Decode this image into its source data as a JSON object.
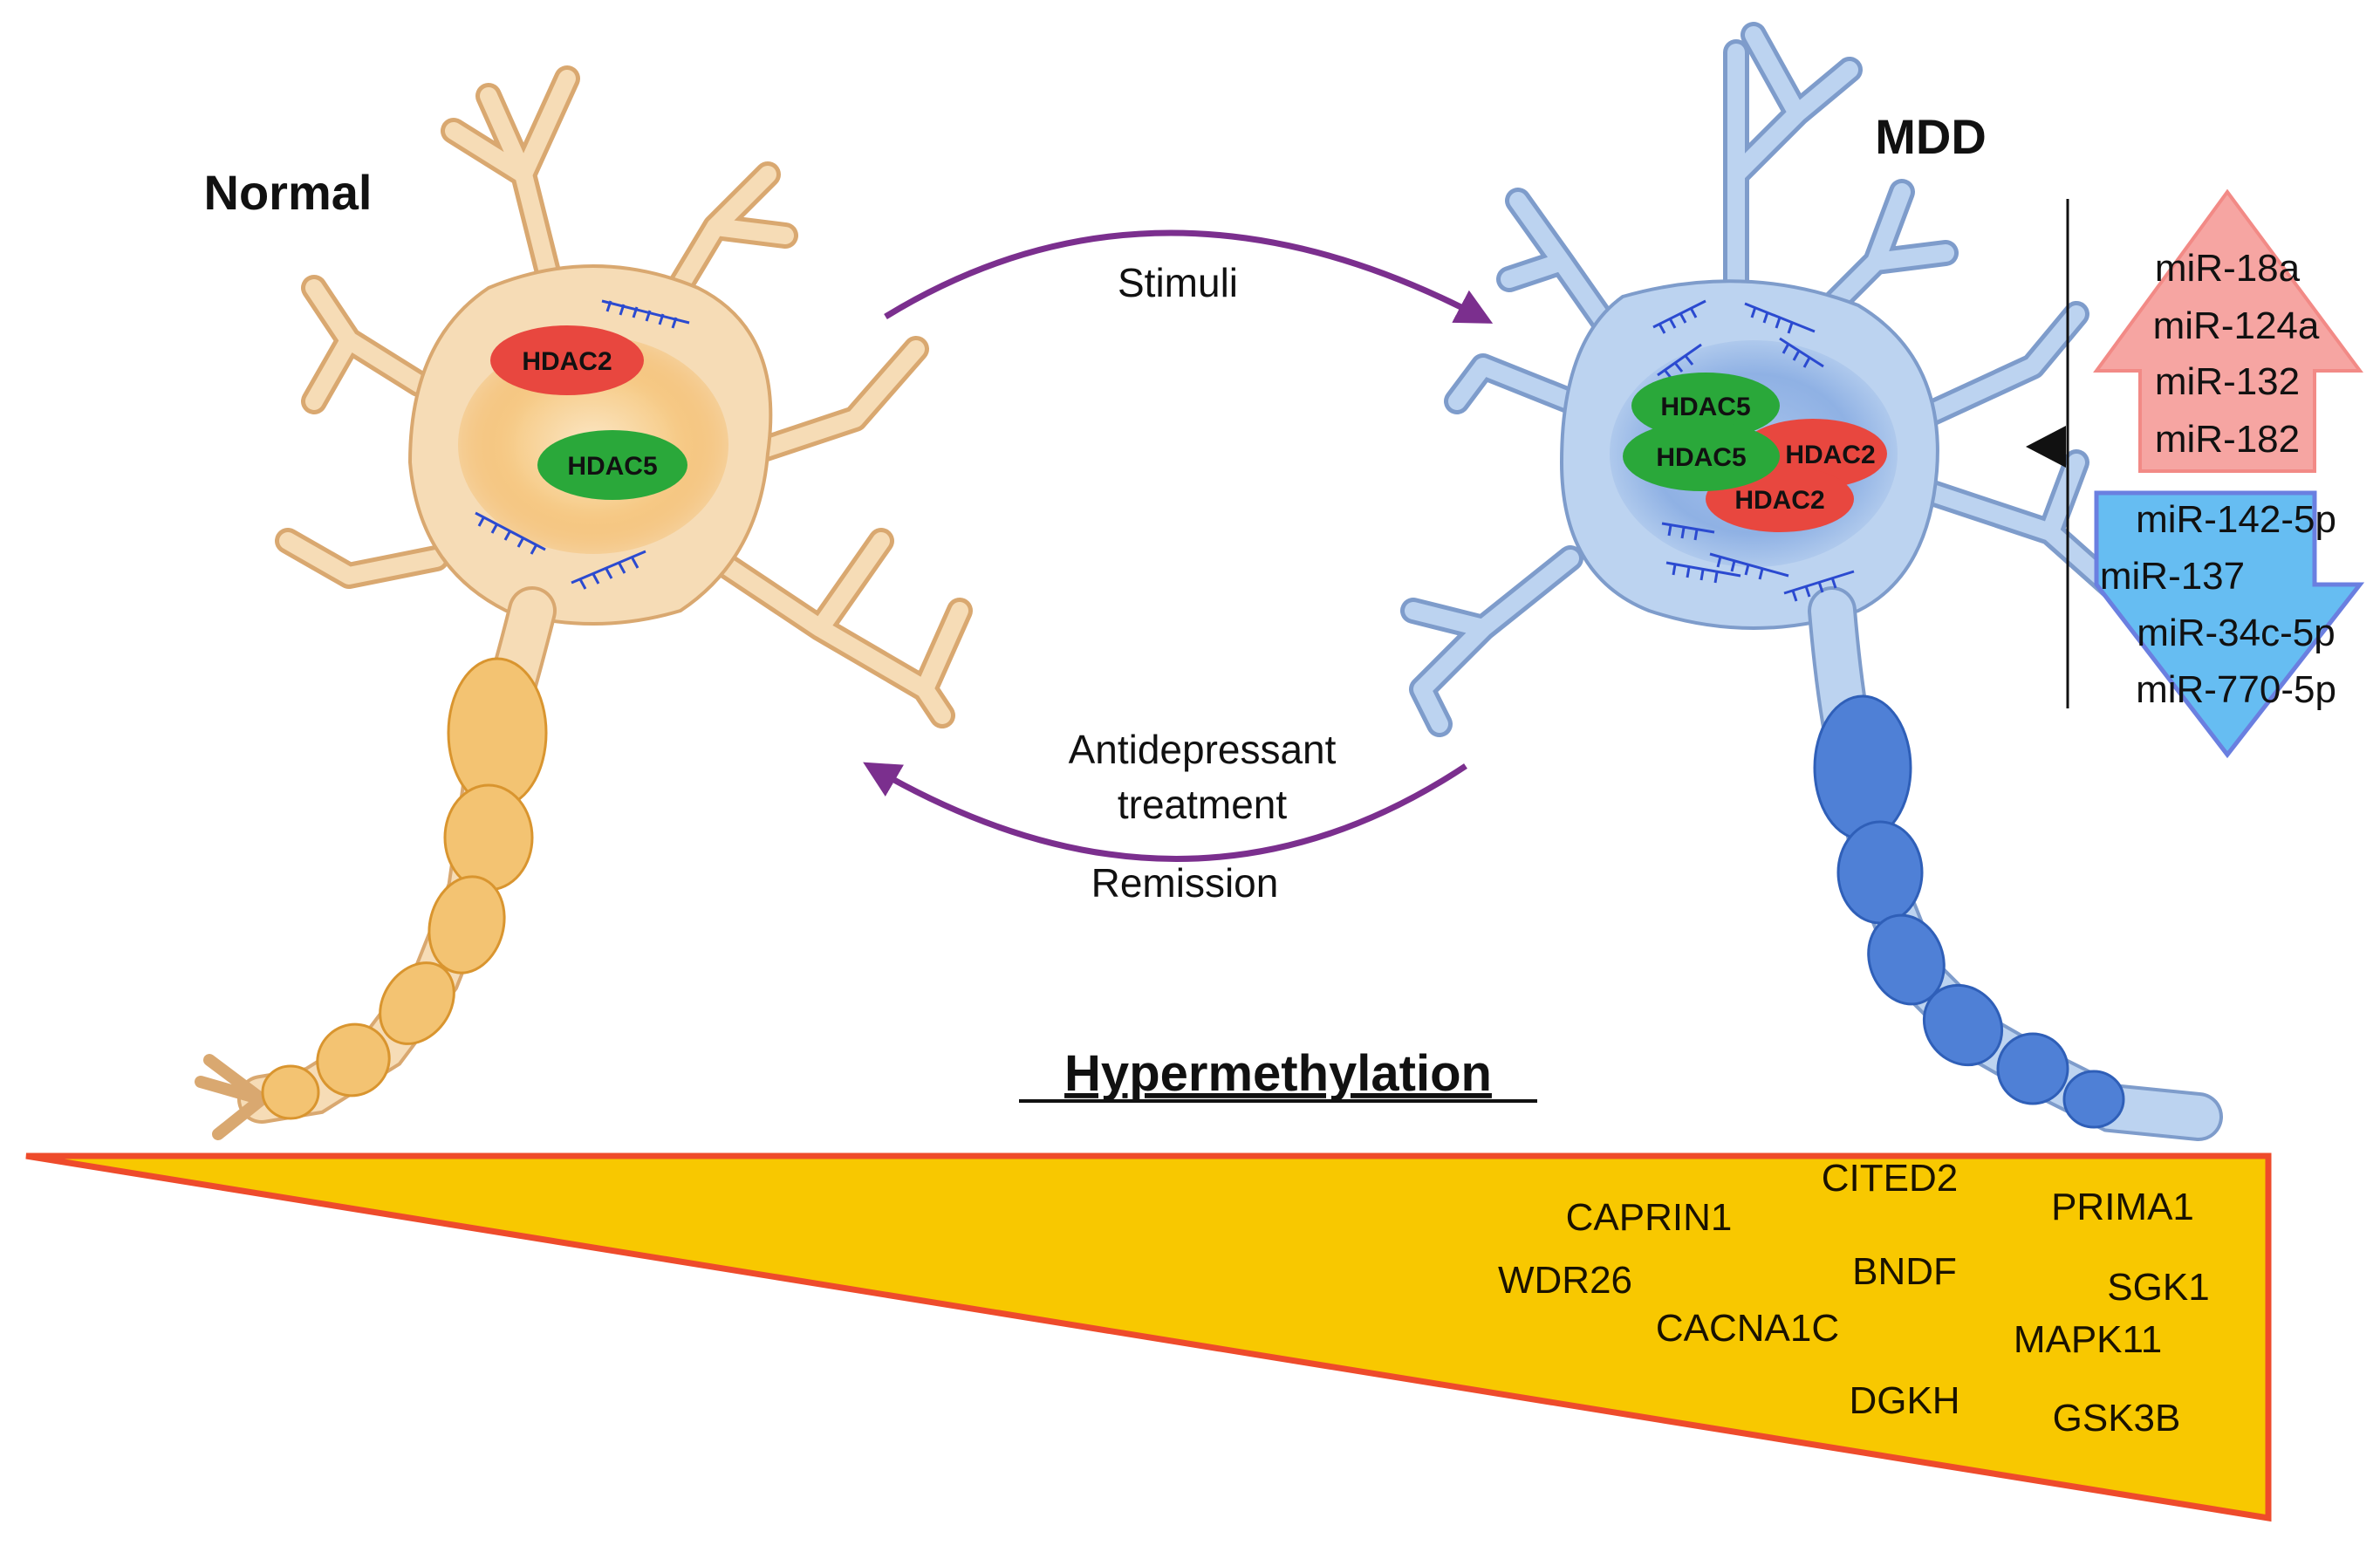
{
  "labels": {
    "normal": "Normal",
    "mdd": "MDD",
    "stimuli": "Stimuli",
    "antidepressant_line1": "Antidepressant",
    "antidepressant_line2": "treatment",
    "remission": "Remission",
    "hypermethylation": "Hypermethylation"
  },
  "normal_cell": {
    "hdacs": [
      "HDAC2",
      "HDAC5"
    ]
  },
  "mdd_cell": {
    "hdacs": [
      "HDAC5",
      "HDAC5",
      "HDAC2",
      "HDAC2"
    ]
  },
  "mirna": {
    "up": [
      "miR-18a",
      "miR-124a",
      "miR-132",
      "miR-182"
    ],
    "down": [
      "miR-142-5p",
      "miR-137",
      "miR-34c-5p",
      "miR-770-5p"
    ]
  },
  "genes": [
    "CITED2",
    "CAPRIN1",
    "PRIMA1",
    "WDR26",
    "BNDF",
    "SGK1",
    "CACNA1C",
    "MAPK11",
    "DGKH",
    "GSK3B"
  ],
  "colors": {
    "normal_cell": "#f6dcb6",
    "normal_outline": "#d9a870",
    "normal_nucleus": "#f2a63a",
    "normal_myelin": "#f3c372",
    "mdd_cell": "#bcd3f0",
    "mdd_outline": "#7e9ccb",
    "mdd_nucleus": "#8fb1e4",
    "mdd_myelin": "#4f80d6",
    "hdac2": "#e8473f",
    "hdac5": "#2aa83a",
    "arrow": "#7b2f8e",
    "up_arrow": "#f6a5a2",
    "down_arrow": "#66bdf2",
    "triangle_fill": "#f8c800",
    "triangle_edge": "#ee4b2b",
    "chromatin": "#2b4ad0"
  }
}
